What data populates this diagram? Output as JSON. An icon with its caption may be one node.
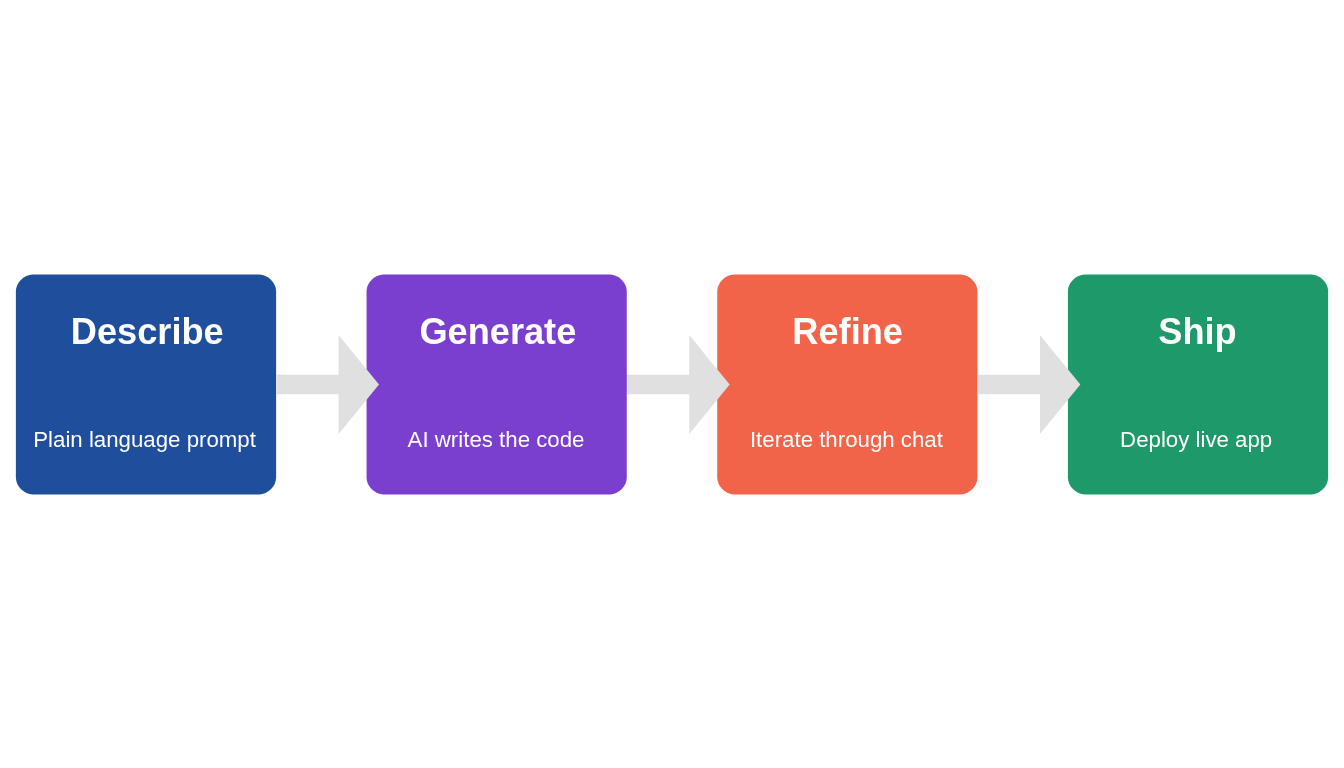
{
  "diagram": {
    "nodes": [
      {
        "text": [
          "Describe",
          "Plain language prompt"
        ]
      },
      {
        "text": [
          "Generate",
          "AI writes the code"
        ]
      },
      {
        "text": [
          "Refine",
          "Iterate through chat"
        ]
      },
      {
        "text": [
          "Ship",
          "Deploy live app"
        ]
      }
    ],
    "edges": [
      {
        "from": 0,
        "to": 1,
        "arrow": "to"
      },
      {
        "from": 1,
        "to": 2,
        "arrow": "to"
      },
      {
        "from": 2,
        "to": 3,
        "arrow": "to"
      }
    ]
  }
}
